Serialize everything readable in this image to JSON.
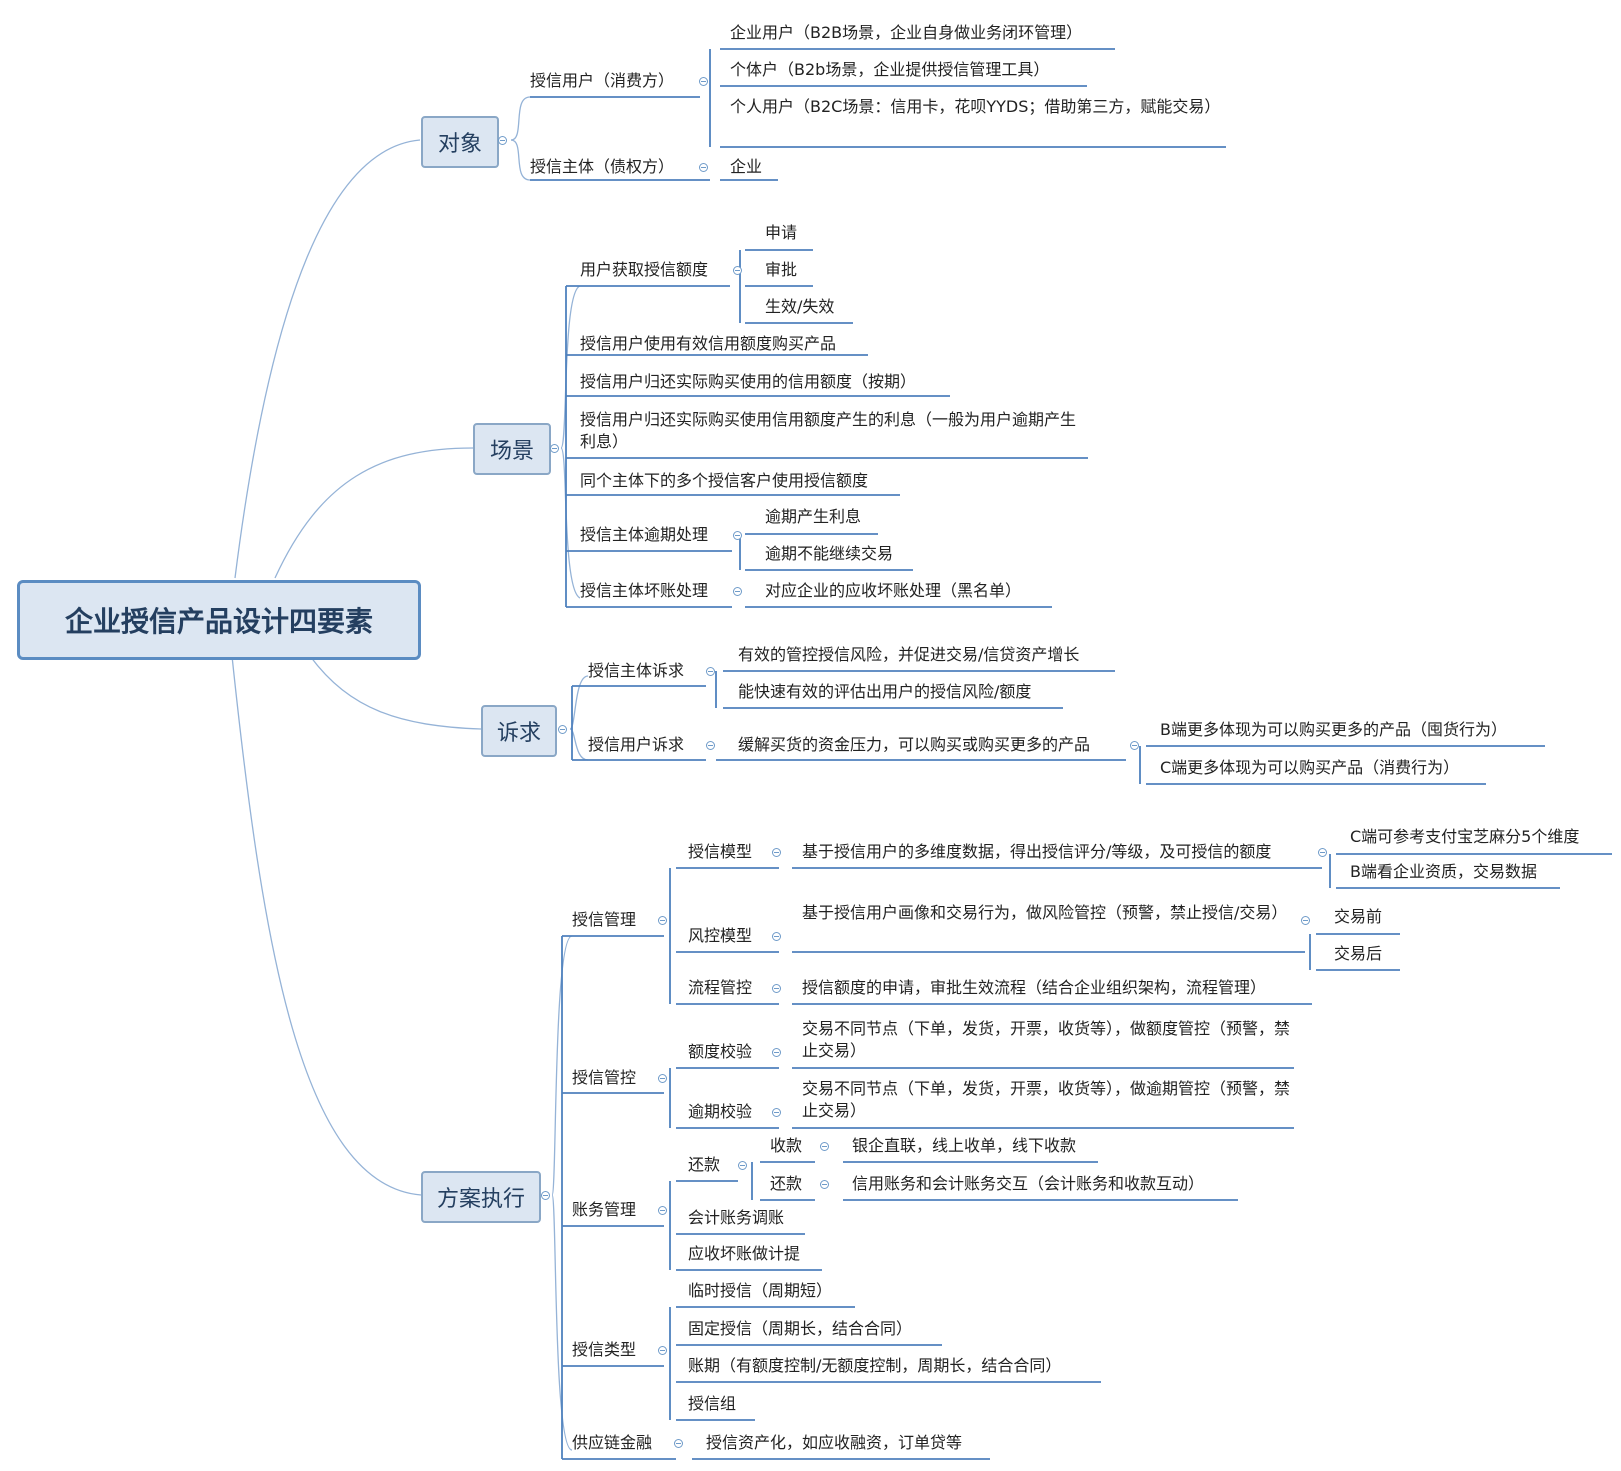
{
  "root": {
    "label": "企业授信产品设计四要素"
  },
  "branches": {
    "duixiang": {
      "label": "对象",
      "shouxin_yonghu": {
        "label": "授信用户（消费方）",
        "items": [
          "企业用户（B2B场景，企业自身做业务闭环管理）",
          "个体户（B2b场景，企业提供授信管理工具）",
          "个人用户（B2C场景：信用卡，花呗YYDS；借助第三方，赋能交易）"
        ]
      },
      "shouxin_zhuti": {
        "label": "授信主体（债权方）",
        "items": [
          "企业"
        ]
      }
    },
    "changjing": {
      "label": "场景",
      "huoqu": {
        "label": "用户获取授信额度",
        "items": [
          "申请",
          "审批",
          "生效/失效"
        ]
      },
      "items": [
        "授信用户使用有效信用额度购买产品",
        "授信用户归还实际购买使用的信用额度（按期）",
        "授信用户归还实际购买使用信用额度产生的利息（一般为用户逾期产生利息）",
        "同个主体下的多个授信客户使用授信额度"
      ],
      "yuqi": {
        "label": "授信主体逾期处理",
        "items": [
          "逾期产生利息",
          "逾期不能继续交易"
        ]
      },
      "huaizhang": {
        "label": "授信主体坏账处理",
        "items": [
          "对应企业的应收坏账处理（黑名单）"
        ]
      }
    },
    "suqiu": {
      "label": "诉求",
      "zhuti": {
        "label": "授信主体诉求",
        "items": [
          "有效的管控授信风险，并促进交易/信贷资产增长",
          "能快速有效的评估出用户的授信风险/额度"
        ]
      },
      "yonghu": {
        "label": "授信用户诉求",
        "child": "缓解买货的资金压力，可以购买或购买更多的产品",
        "items": [
          "B端更多体现为可以购买更多的产品（囤货行为）",
          "C端更多体现为可以购买产品（消费行为）"
        ]
      }
    },
    "fangan": {
      "label": "方案执行",
      "guanli": {
        "label": "授信管理",
        "moxing": {
          "label": "授信模型",
          "child": "基于授信用户的多维度数据，得出授信评分/等级，及可授信的额度",
          "items": [
            "C端可参考支付宝芝麻分5个维度",
            "B端看企业资质，交易数据"
          ]
        },
        "fengkong": {
          "label": "风控模型",
          "child": "基于授信用户画像和交易行为，做风险管控（预警，禁止授信/交易）",
          "items": [
            "交易前",
            "交易后"
          ]
        },
        "liucheng": {
          "label": "流程管控",
          "child": "授信额度的申请，审批生效流程（结合企业组织架构，流程管理）"
        }
      },
      "guankong": {
        "label": "授信管控",
        "edu": {
          "label": "额度校验",
          "child": "交易不同节点（下单，发货，开票，收货等），做额度管控（预警，禁止交易）"
        },
        "yuqi": {
          "label": "逾期校验",
          "child": "交易不同节点（下单，发货，开票，收货等），做逾期管控（预警，禁止交易）"
        }
      },
      "zhangwu": {
        "label": "账务管理",
        "huankuan": {
          "label": "还款",
          "shoukuan": {
            "label": "收款",
            "child": "银企直联，线上收单，线下收款"
          },
          "huankuan2": {
            "label": "还款",
            "child": "信用账务和会计账务交互（会计账务和收款互动）"
          }
        },
        "items": [
          "会计账务调账",
          "应收坏账做计提"
        ]
      },
      "leixing": {
        "label": "授信类型",
        "items": [
          "临时授信（周期短）",
          "固定授信（周期长，结合合同）",
          "账期（有额度控制/无额度控制，周期长，结合合同）",
          "授信组"
        ]
      },
      "gongyinglian": {
        "label": "供应链金融",
        "child": "授信资产化，如应收融资，订单贷等"
      }
    }
  },
  "colors": {
    "line": "#4f81bd",
    "branch": "#95b3d7",
    "node_fill": "#dce6f2",
    "node_border": "#8aa7c6",
    "text": "#222222",
    "title": "#243f60"
  }
}
